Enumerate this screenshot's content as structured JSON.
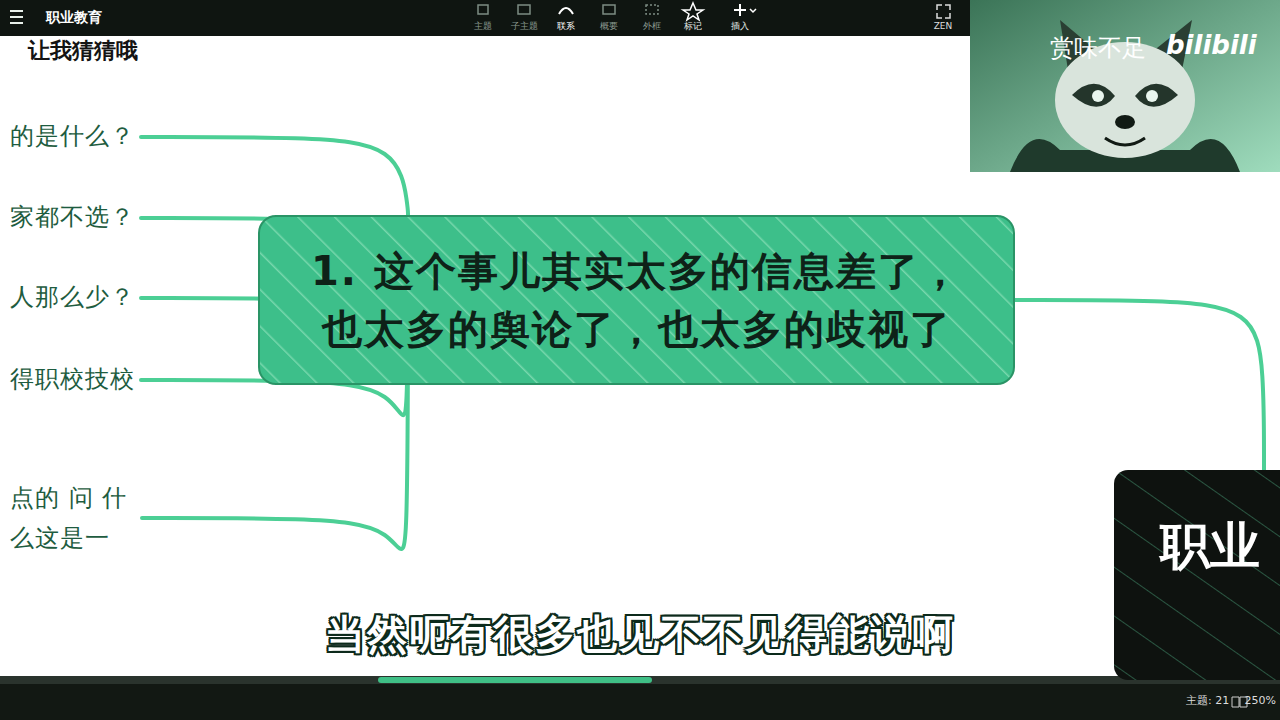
{
  "diagram": {
    "nodes": [
      {
        "text": [
          "1. 这个事儿其实太多的信息差了， 也太多的舆论了，也太多的歧视了"
        ]
      },
      {
        "text": [
          "的是什么？"
        ]
      },
      {
        "text": [
          "家都不选？"
        ]
      },
      {
        "text": [
          "人那么少？"
        ]
      },
      {
        "text": [
          "得职校技校"
        ]
      },
      {
        "text": [
          "点的 问 什么这是一"
        ]
      },
      {
        "text": [
          "职业"
        ]
      }
    ],
    "edges": [
      {
        "from": 6,
        "to": 0,
        "arrow": "none"
      },
      {
        "from": 0,
        "to": 1,
        "arrow": "none"
      },
      {
        "from": 0,
        "to": 2,
        "arrow": "none"
      },
      {
        "from": 0,
        "to": 3,
        "arrow": "none"
      },
      {
        "from": 0,
        "to": 4,
        "arrow": "none"
      },
      {
        "from": 0,
        "to": 5,
        "arrow": "none"
      }
    ],
    "labels": [
      "职业教育",
      "主题",
      "子主题",
      "联系",
      "概要",
      "外框",
      "标记",
      "插入",
      "ZEN",
      "让我猜猜哦",
      "赏味不足",
      "bilibili",
      "当然呃有很多也见不不见得能说啊",
      "主题: 21",
      "250%"
    ]
  }
}
